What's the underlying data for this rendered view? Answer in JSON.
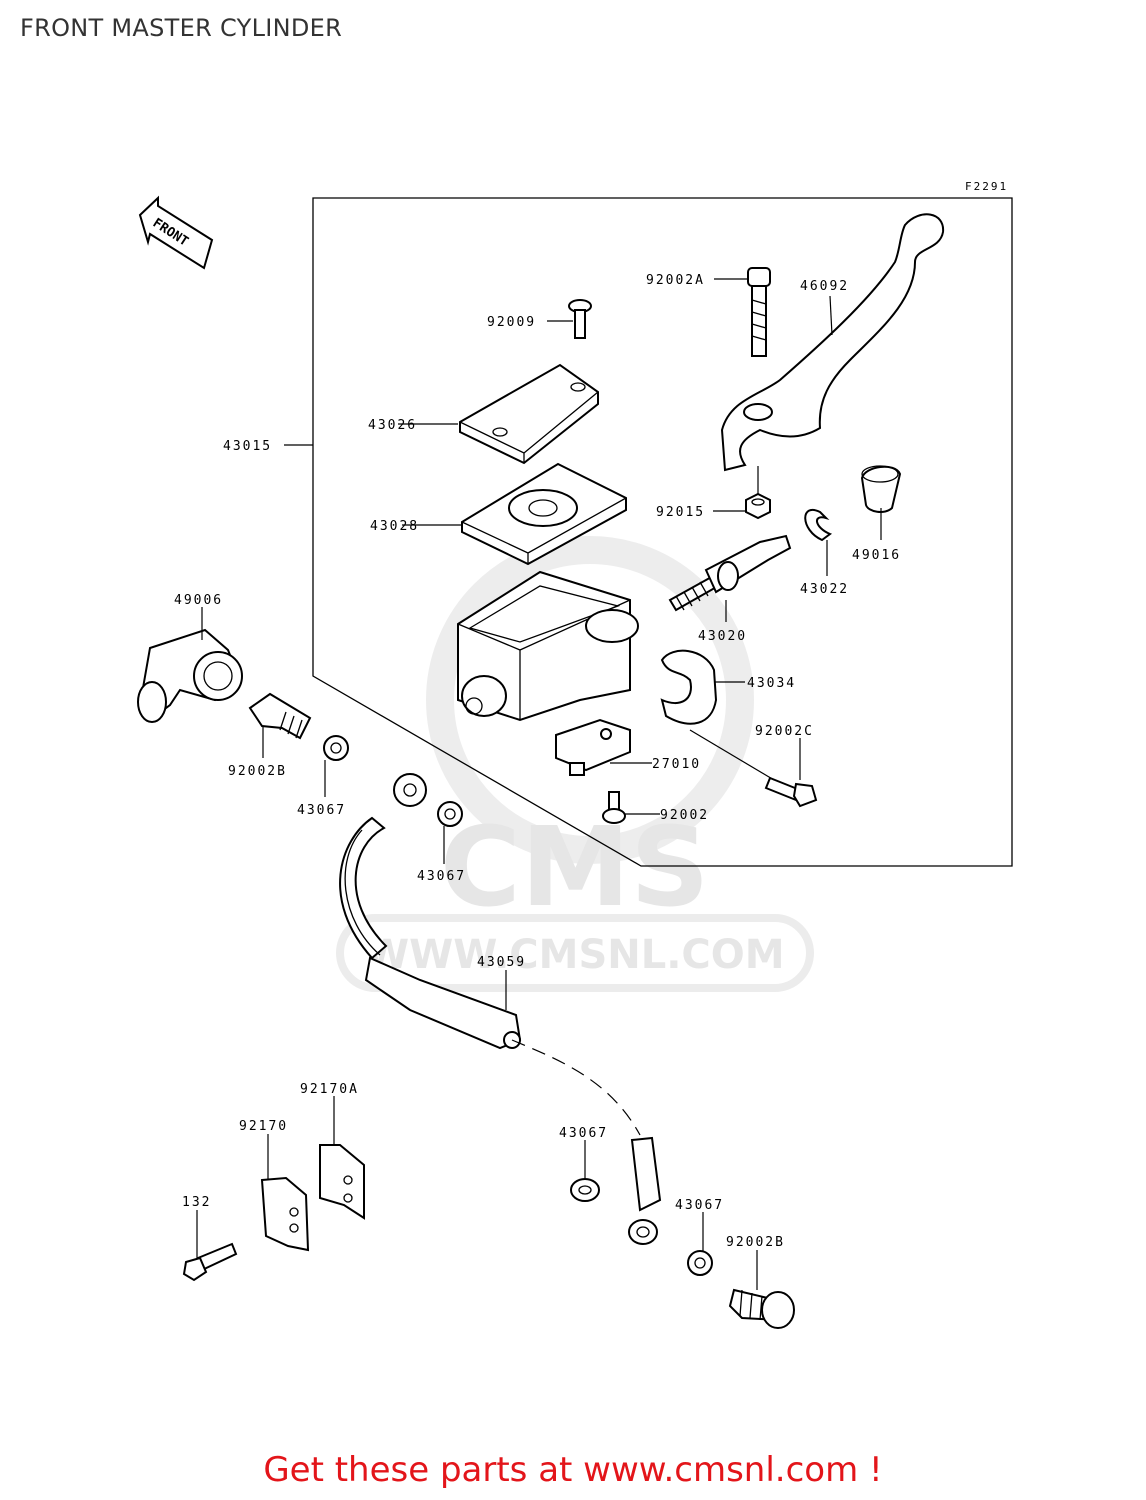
{
  "header": {
    "title": "FRONT MASTER CYLINDER"
  },
  "diagram": {
    "code": "F2291",
    "front_arrow": "FRONT",
    "labels": {
      "p92002A": "92002A",
      "p46092": "46092",
      "p92009": "92009",
      "p43026": "43026",
      "p43015": "43015",
      "p92015": "92015",
      "p43028": "43028",
      "p49016": "49016",
      "p43022": "43022",
      "p49006": "49006",
      "p43020": "43020",
      "p43034": "43034",
      "p92002C": "92002C",
      "p27010": "27010",
      "p92002B_top": "92002B",
      "p43067_a": "43067",
      "p92002": "92002",
      "p43067_b": "43067",
      "p43059": "43059",
      "p92170A": "92170A",
      "p92170": "92170",
      "p43067_c": "43067",
      "p132": "132",
      "p43067_d": "43067",
      "p92002B_bottom": "92002B"
    },
    "watermark": {
      "logo": "CMS",
      "url": "WWW.CMSNL.COM"
    }
  },
  "footer": {
    "text": "Get these parts at www.cmsnl.com !"
  }
}
